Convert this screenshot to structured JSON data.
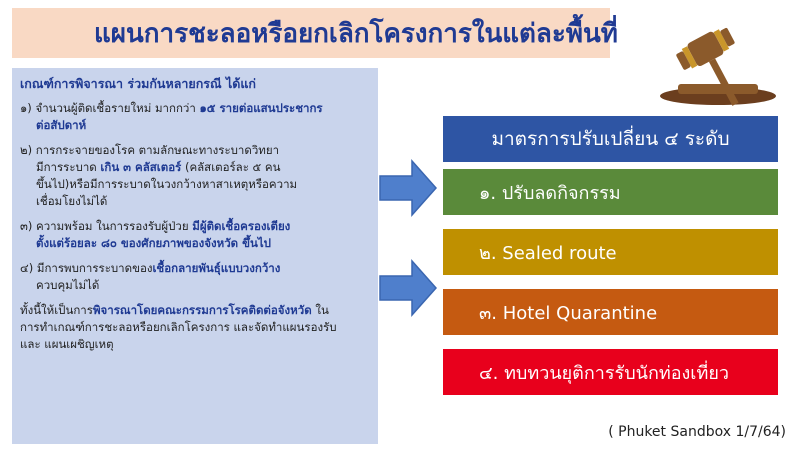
{
  "header": {
    "title": "แผนการชะลอหรือยกเลิกโครงการในแต่ละพื้นที่"
  },
  "criteria": {
    "heading": "เกณฑ์การพิจารณา ร่วมกันหลายกรณี ได้แก่",
    "item1": {
      "num": "๑)",
      "a": "จำนวนผู้ติดเชื้อรายใหม่ มากกว่า ",
      "b": "๑๕ รายต่อแสนประชากร",
      "c": "ต่อสัปดาห์"
    },
    "item2": {
      "num": "๒)",
      "a": "การกระจายของโรค ตามลักษณะทางระบาดวิทยา",
      "b": "มีการระบาด ",
      "c": "เกิน ๓ คลัสเตอร์",
      "d": " (คลัสเตอร์ละ ๕ คน",
      "e": "ขึ้นไป)หรือมีการระบาดในวงกว้างหาสาเหตุหรือความ",
      "f": "เชื่อมโยงไม่ได้"
    },
    "item3": {
      "num": "๓)",
      "a": "ความพร้อม ในการรองรับผู้ป่วย ",
      "b": "มีผู้ติดเชื้อครองเตียง",
      "c": "ตั้งแต่ร้อยละ ๘๐ ของศักยภาพของจังหวัด ขึ้นไป"
    },
    "item4": {
      "num": "๔)",
      "a": "มีการพบการระบาดของ",
      "b": "เชื้อกลายพันธุ์แบบวงกว้าง",
      "c": "ควบคุมไม่ได้"
    },
    "footer": {
      "a": "ทั้งนี้ให้เป็นการ",
      "b": "พิจารณาโดยคณะกรรมการโรคติดต่อจังหวัด",
      "c": " ใน",
      "d": "การทำเกณฑ์การชะลอหรือยกเลิกโครงการ และจัดทำแผนรองรับ",
      "e": "และ แผนเผชิญเหตุ"
    }
  },
  "levels": {
    "heading": "มาตรการปรับเปลี่ยน ๔ ระดับ",
    "items": [
      {
        "label": "๑. ปรับลดกิจกรรม",
        "color": "#5a8a3a"
      },
      {
        "label": "๒. Sealed route",
        "color": "#bf9000"
      },
      {
        "label": "๓. Hotel Quarantine",
        "color": "#c55a11"
      },
      {
        "label": "๔. ทบทวนยุติการรับนักท่องเที่ยว",
        "color": "#e8001c"
      }
    ],
    "heading_color": "#2e55a4"
  },
  "caption": "( Phuket Sandbox 1/7/64)",
  "colors": {
    "arrow": "#4f7fcc",
    "accent_text": "#1f3a93",
    "panel": "#c9d4ec",
    "banner": "#f9d9c4"
  }
}
